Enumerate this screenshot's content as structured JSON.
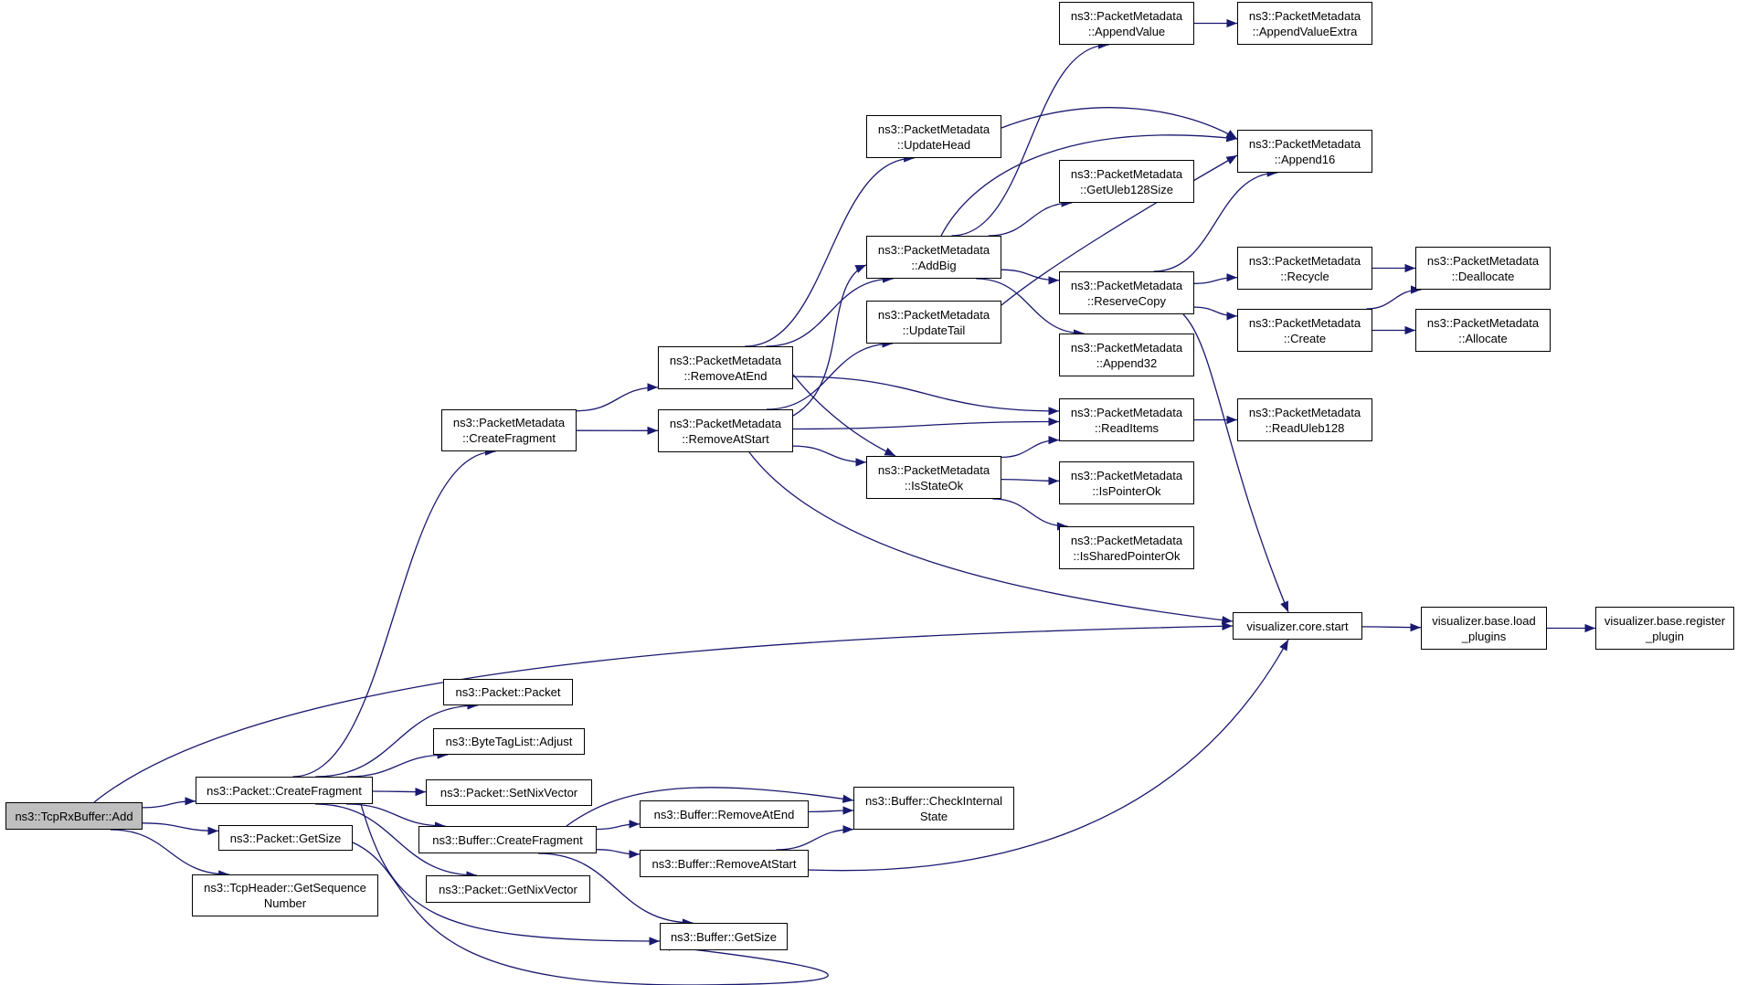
{
  "colors": {
    "edge": "#191970",
    "node_border": "#000000",
    "node_fill": "#ffffff",
    "root_fill": "#bfbfbf"
  },
  "nodes": {
    "tcprxbuffer_add": [
      "ns3::TcpRxBuffer::Add"
    ],
    "packet_createfragment": [
      "ns3::Packet::CreateFragment"
    ],
    "packet_getsize": [
      "ns3::Packet::GetSize"
    ],
    "tcpheader_getsequencenumber": [
      "ns3::TcpHeader::GetSequence",
      "Number"
    ],
    "pm_createfragment": [
      "ns3::PacketMetadata",
      "::CreateFragment"
    ],
    "packet_packet": [
      "ns3::Packet::Packet"
    ],
    "bytetaglist_adjust": [
      "ns3::ByteTagList::Adjust"
    ],
    "packet_setnixvector": [
      "ns3::Packet::SetNixVector"
    ],
    "buffer_createfragment": [
      "ns3::Buffer::CreateFragment"
    ],
    "packet_getnixvector": [
      "ns3::Packet::GetNixVector"
    ],
    "buffer_getsize": [
      "ns3::Buffer::GetSize"
    ],
    "pm_removeatend": [
      "ns3::PacketMetadata",
      "::RemoveAtEnd"
    ],
    "pm_removeatstart": [
      "ns3::PacketMetadata",
      "::RemoveAtStart"
    ],
    "buffer_removeatend": [
      "ns3::Buffer::RemoveAtEnd"
    ],
    "buffer_removeatstart": [
      "ns3::Buffer::RemoveAtStart"
    ],
    "buffer_checkinternalstate": [
      "ns3::Buffer::CheckInternal",
      "State"
    ],
    "pm_updatehead": [
      "ns3::PacketMetadata",
      "::UpdateHead"
    ],
    "pm_addbig": [
      "ns3::PacketMetadata",
      "::AddBig"
    ],
    "pm_updatetail": [
      "ns3::PacketMetadata",
      "::UpdateTail"
    ],
    "pm_isstateok": [
      "ns3::PacketMetadata",
      "::IsStateOk"
    ],
    "pm_appendvalue": [
      "ns3::PacketMetadata",
      "::AppendValue"
    ],
    "pm_getuleb128size": [
      "ns3::PacketMetadata",
      "::GetUleb128Size"
    ],
    "pm_reservecopy": [
      "ns3::PacketMetadata",
      "::ReserveCopy"
    ],
    "pm_append32": [
      "ns3::PacketMetadata",
      "::Append32"
    ],
    "pm_readitems": [
      "ns3::PacketMetadata",
      "::ReadItems"
    ],
    "pm_ispointerok": [
      "ns3::PacketMetadata",
      "::IsPointerOk"
    ],
    "pm_issharedpointerok": [
      "ns3::PacketMetadata",
      "::IsSharedPointerOk"
    ],
    "visualizer_core_start": [
      "visualizer.core.start"
    ],
    "pm_appendvalueextra": [
      "ns3::PacketMetadata",
      "::AppendValueExtra"
    ],
    "pm_append16": [
      "ns3::PacketMetadata",
      "::Append16"
    ],
    "pm_recycle": [
      "ns3::PacketMetadata",
      "::Recycle"
    ],
    "pm_create": [
      "ns3::PacketMetadata",
      "::Create"
    ],
    "pm_readuleb128": [
      "ns3::PacketMetadata",
      "::ReadUleb128"
    ],
    "pm_deallocate": [
      "ns3::PacketMetadata",
      "::Deallocate"
    ],
    "pm_allocate": [
      "ns3::PacketMetadata",
      "::Allocate"
    ],
    "visualizer_base_load_plugins": [
      "visualizer.base.load",
      "_plugins"
    ],
    "visualizer_base_register_plugin": [
      "visualizer.base.register",
      "_plugin"
    ]
  },
  "edges": [
    [
      "tcprxbuffer_add",
      "packet_createfragment"
    ],
    [
      "tcprxbuffer_add",
      "packet_getsize"
    ],
    [
      "tcprxbuffer_add",
      "tcpheader_getsequencenumber"
    ],
    [
      "tcprxbuffer_add",
      "visualizer_core_start"
    ],
    [
      "packet_createfragment",
      "pm_createfragment"
    ],
    [
      "packet_createfragment",
      "packet_packet"
    ],
    [
      "packet_createfragment",
      "bytetaglist_adjust"
    ],
    [
      "packet_createfragment",
      "packet_setnixvector"
    ],
    [
      "packet_createfragment",
      "buffer_createfragment"
    ],
    [
      "packet_createfragment",
      "packet_getnixvector"
    ],
    [
      "packet_createfragment",
      "buffer_getsize"
    ],
    [
      "packet_getsize",
      "buffer_getsize"
    ],
    [
      "pm_createfragment",
      "pm_removeatend"
    ],
    [
      "pm_createfragment",
      "pm_removeatstart"
    ],
    [
      "pm_removeatend",
      "pm_updatehead"
    ],
    [
      "pm_removeatend",
      "pm_addbig"
    ],
    [
      "pm_removeatend",
      "pm_readitems"
    ],
    [
      "pm_removeatend",
      "pm_isstateok"
    ],
    [
      "pm_removeatstart",
      "pm_addbig"
    ],
    [
      "pm_removeatstart",
      "pm_updatetail"
    ],
    [
      "pm_removeatstart",
      "pm_readitems"
    ],
    [
      "pm_removeatstart",
      "pm_isstateok"
    ],
    [
      "pm_removeatstart",
      "visualizer_core_start"
    ],
    [
      "pm_updatehead",
      "pm_append16"
    ],
    [
      "pm_addbig",
      "pm_appendvalue"
    ],
    [
      "pm_addbig",
      "pm_append16"
    ],
    [
      "pm_addbig",
      "pm_getuleb128size"
    ],
    [
      "pm_addbig",
      "pm_reservecopy"
    ],
    [
      "pm_addbig",
      "pm_append32"
    ],
    [
      "pm_updatetail",
      "pm_append16"
    ],
    [
      "pm_appendvalue",
      "pm_appendvalueextra"
    ],
    [
      "pm_reservecopy",
      "pm_append16"
    ],
    [
      "pm_reservecopy",
      "pm_recycle"
    ],
    [
      "pm_reservecopy",
      "pm_create"
    ],
    [
      "pm_reservecopy",
      "visualizer_core_start"
    ],
    [
      "pm_recycle",
      "pm_deallocate"
    ],
    [
      "pm_create",
      "pm_deallocate"
    ],
    [
      "pm_create",
      "pm_allocate"
    ],
    [
      "pm_isstateok",
      "pm_readitems"
    ],
    [
      "pm_isstateok",
      "pm_ispointerok"
    ],
    [
      "pm_isstateok",
      "pm_issharedpointerok"
    ],
    [
      "pm_readitems",
      "pm_readuleb128"
    ],
    [
      "buffer_createfragment",
      "buffer_checkinternalstate"
    ],
    [
      "buffer_createfragment",
      "buffer_removeatend"
    ],
    [
      "buffer_createfragment",
      "buffer_removeatstart"
    ],
    [
      "buffer_createfragment",
      "buffer_getsize"
    ],
    [
      "buffer_removeatend",
      "buffer_checkinternalstate"
    ],
    [
      "buffer_removeatstart",
      "buffer_checkinternalstate"
    ],
    [
      "buffer_removeatstart",
      "visualizer_core_start"
    ],
    [
      "visualizer_core_start",
      "visualizer_base_load_plugins"
    ],
    [
      "visualizer_base_load_plugins",
      "visualizer_base_register_plugin"
    ]
  ]
}
